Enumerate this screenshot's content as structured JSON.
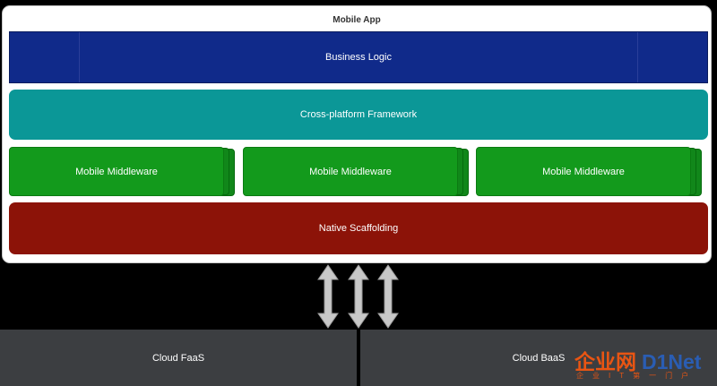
{
  "container": {
    "title": "Mobile App"
  },
  "layers": {
    "business_logic": "Business Logic",
    "cross_platform": "Cross-platform Framework",
    "middleware": [
      "Mobile Middleware",
      "Mobile Middleware",
      "Mobile Middleware"
    ],
    "native": "Native Scaffolding"
  },
  "cloud": {
    "faas": "Cloud FaaS",
    "baas": "Cloud BaaS"
  },
  "watermark": {
    "cn": "企业网",
    "latin": "D1Net",
    "sub": "企业IT第一门户"
  },
  "colors": {
    "business_logic": "#102a8a",
    "cross_platform": "#0b9797",
    "middleware": "#139a1c",
    "native": "#8c1308",
    "cloud": "#3c3e41",
    "arrows": "#c8c8c8"
  }
}
